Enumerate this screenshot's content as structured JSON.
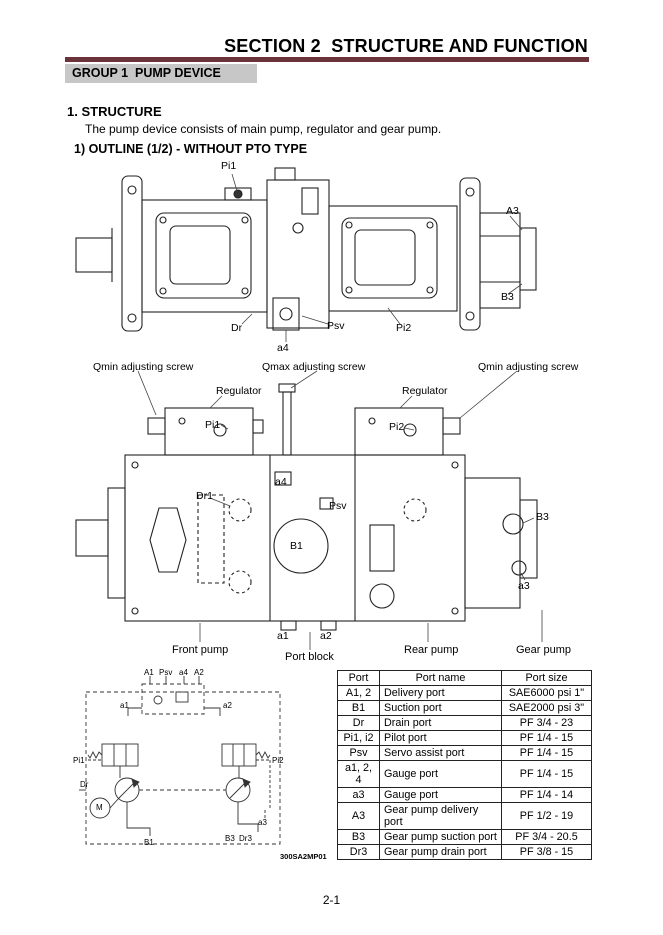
{
  "colors": {
    "accent_bar": "#6a3339",
    "group_bar_bg": "#c7c7c7"
  },
  "page": {
    "section_title": "SECTION 2  STRUCTURE AND FUNCTION",
    "group_title": "GROUP 1  PUMP DEVICE",
    "page_number": "2-1"
  },
  "structure": {
    "heading": "1. STRUCTURE",
    "body": "The pump device consists of main pump, regulator and gear pump.",
    "outline_heading": "1) OUTLINE (1/2) - WITHOUT PTO TYPE"
  },
  "diagram_top": {
    "labels": {
      "pi1": "Pi1",
      "a3": "A3",
      "b3": "B3",
      "dr": "Dr",
      "a4": "a4",
      "psv": "Psv",
      "pi2": "Pi2"
    }
  },
  "diagram_main": {
    "labels": {
      "qmin_left": "Qmin adjusting screw",
      "qmax": "Qmax adjusting screw",
      "qmin_right": "Qmin adjusting screw",
      "regulator_left": "Regulator",
      "regulator_right": "Regulator",
      "pi1": "Pi1",
      "pi2": "Pi2",
      "dr1": "Dr1",
      "a4": "a4",
      "psv": "Psv",
      "b1": "B1",
      "b3": "B3",
      "a3": "a3",
      "a1": "a1",
      "a2": "a2",
      "front_pump": "Front pump",
      "port_block": "Port block",
      "rear_pump": "Rear pump",
      "gear_pump": "Gear pump"
    }
  },
  "schematic": {
    "labels": {
      "a1_top": "A1",
      "psv_top": "Psv",
      "a4_top": "a4",
      "a2_top": "A2",
      "a1": "a1",
      "a2": "a2",
      "pi1": "Pi1",
      "pi2": "Pi2",
      "dr": "Dr",
      "m": "M",
      "b1": "B1",
      "b3": "B3",
      "dr3": "Dr3",
      "a3": "a3"
    },
    "code": "300SA2MP01"
  },
  "port_table": {
    "headers": [
      "Port",
      "Port name",
      "Port size"
    ],
    "rows": [
      [
        "A1, 2",
        "Delivery port",
        "SAE6000 psi 1\""
      ],
      [
        "B1",
        "Suction port",
        "SAE2000 psi 3\""
      ],
      [
        "Dr",
        "Drain port",
        "PF 3/4 - 23"
      ],
      [
        "Pi1, i2",
        "Pilot port",
        "PF 1/4 - 15"
      ],
      [
        "Psv",
        "Servo assist port",
        "PF 1/4 - 15"
      ],
      [
        "a1, 2, 4",
        "Gauge port",
        "PF 1/4 - 15"
      ],
      [
        "a3",
        "Gauge port",
        "PF 1/4 - 14"
      ],
      [
        "A3",
        "Gear pump delivery port",
        "PF 1/2 - 19"
      ],
      [
        "B3",
        "Gear pump suction port",
        "PF 3/4 - 20.5"
      ],
      [
        "Dr3",
        "Gear pump drain port",
        "PF 3/8 - 15"
      ]
    ]
  }
}
